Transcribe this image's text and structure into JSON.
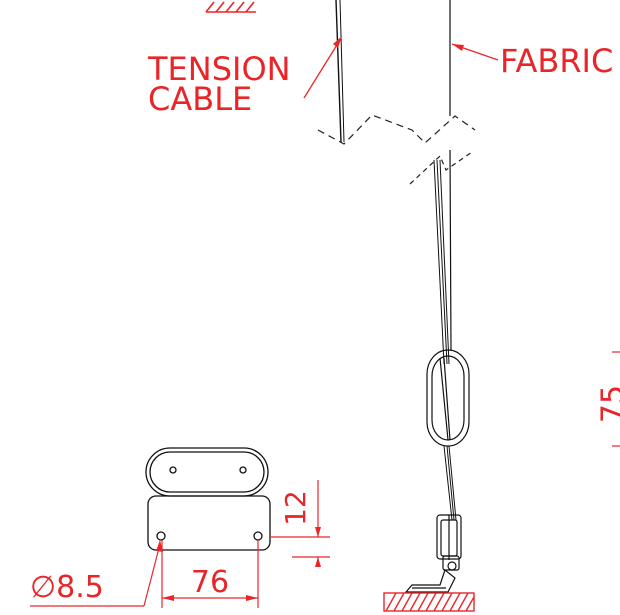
{
  "labels": {
    "tension_cable_line1": "TENSION",
    "tension_cable_line2": "CABLE",
    "fabric": "FABRIC",
    "dim_75": "75",
    "dim_12": "12",
    "dim_76": "76",
    "dim_diameter": "∅8.5"
  },
  "colors": {
    "annotation": "#e8262a",
    "line": "#111111",
    "dashed": "#222222"
  }
}
